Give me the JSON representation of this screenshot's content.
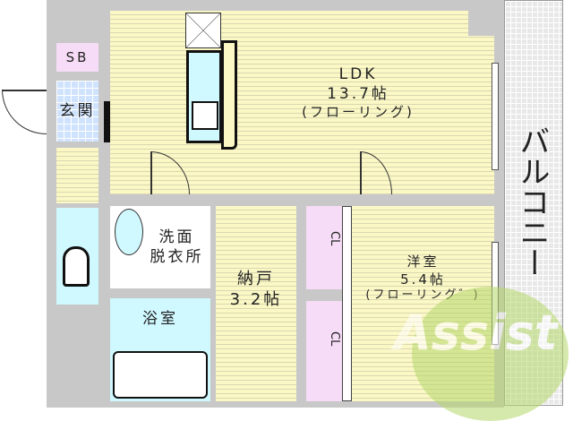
{
  "rooms": {
    "ldk": {
      "name": "LDK",
      "size": "13.7帖",
      "floor": "(フローリング)"
    },
    "western": {
      "name": "洋室",
      "size": "5.4帖",
      "floor": "(フローリング゛)"
    },
    "storage": {
      "name": "納戸",
      "size": "3.2帖"
    },
    "washroom": {
      "line1": "洗面",
      "line2": "脱衣所"
    },
    "bath": {
      "name": "浴室"
    },
    "entrance": {
      "name": "玄関"
    },
    "shoebox": {
      "name": "SB"
    },
    "closet1": {
      "name": "CL"
    },
    "closet2": {
      "name": "CL"
    },
    "balcony": {
      "name": "バルコニー"
    }
  },
  "watermark": "Assist",
  "colors": {
    "floor": "#fbf8c6",
    "wall": "#c8c8c8",
    "closet": "#f6dcf6",
    "wet": "#cff8ff",
    "watermark": "#8cc63f"
  }
}
